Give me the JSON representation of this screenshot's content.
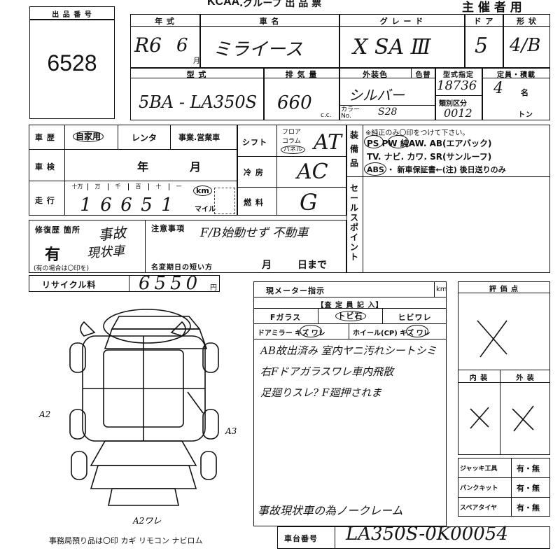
{
  "header": {
    "brand": "KCAA",
    "title": ".グループ 出 品 票",
    "organizer_label": "主 催 者 用"
  },
  "lot": {
    "label": "出 品 番 号",
    "number": "6528"
  },
  "vehicle": {
    "year_label": "年 式",
    "year_era": "R6",
    "year_month": "6",
    "month_unit": "月",
    "name_label": "車 名",
    "name": "ミライース",
    "grade_label": "グ レ ー ド",
    "grade": "X SA Ⅲ",
    "doors_label": "ド ア",
    "doors": "5",
    "shape_label": "形 状",
    "shape": "4/B",
    "model_label": "型 式",
    "model": "5BA - LA350S",
    "displacement_label": "排 気 量",
    "displacement": "660",
    "cc_unit": "c.c.",
    "exterior_color_label": "外装色",
    "exterior_color": "シルバー",
    "color_no_label": "カラー No.",
    "color_no": "S28",
    "color_label": "色替",
    "type_designation_label": "型式指定",
    "type_designation": "18736",
    "category_label": "類別区分",
    "category": "0012",
    "capacity_label": "定員・積載",
    "capacity": "4",
    "capacity_unit": "名",
    "load_unit": "トン"
  },
  "history": {
    "label": "車 歴",
    "options": [
      "自家用",
      "レンタ",
      "事業.営業車"
    ],
    "selected": "自家用"
  },
  "inspection": {
    "label": "車 検",
    "year_unit": "年",
    "month_unit": "月"
  },
  "mileage": {
    "label": "走 行",
    "digit_headers": [
      "十万",
      "万",
      "千",
      "百",
      "十",
      "一"
    ],
    "digits": [
      "1",
      "6",
      "6",
      "5",
      "1"
    ],
    "unit_km": "km",
    "unit_mile": "マイル"
  },
  "shift": {
    "label": "シフト",
    "options": [
      "フロア",
      "コラム",
      "パネル"
    ],
    "selected": "パネル",
    "value": "AT"
  },
  "ac": {
    "label": "冷 房",
    "value": "AC"
  },
  "fuel": {
    "label": "燃 料",
    "value": "G"
  },
  "equipment": {
    "label": "装 備 品",
    "note": "※純正のみ〇印をつけて下さい。",
    "line1": "PS  PW  純AW. AB(エアバック)",
    "line2": "TV. ナビ. カワ. SR(サンルーフ)",
    "line3": "ABS ・ 新車保証書←(注) 後日送りのみ",
    "circled": [
      "PS",
      "PW",
      "ABS"
    ]
  },
  "sales_point": {
    "label": "セールスポイント"
  },
  "repair": {
    "label": "修復歴 箇所",
    "value": "有",
    "note": "(有の場合は〇印を)",
    "handwritten": [
      "事故",
      "現状車"
    ]
  },
  "caution": {
    "label": "注意事項",
    "text": "F/B始動せず 不動車"
  },
  "name_change": {
    "label": "名変期日の短い方",
    "month_unit": "月",
    "day_unit": "日まで"
  },
  "recycle": {
    "label": "リサイクル料",
    "value": "6550",
    "unit": "円"
  },
  "meter": {
    "label": "現メーター指示",
    "unit": "km"
  },
  "inspector": {
    "title": "【査 定 員 記 入】",
    "row1": [
      "Fガラス",
      "トビ石",
      "ヒビワレ"
    ],
    "row2": [
      "ドアミラー キズ ワレ",
      "ホイール(CP) キズ ワレ"
    ],
    "comments": [
      "AB故出済み 室内ヤニ汚れシートシミ",
      "右Fドアガラスワレ車内飛散",
      "足廻りスレ? F廻押されま"
    ],
    "claim": "事故現状車の為ノークレーム"
  },
  "evaluation": {
    "label": "評 価 点",
    "interior_label": "内 装",
    "exterior_label": "外 装"
  },
  "accessories": {
    "rows": [
      {
        "label": "ジャッキ工具",
        "value": "有・無"
      },
      {
        "label": "パンクキット",
        "value": "有・無"
      },
      {
        "label": "スペアタイヤ",
        "value": "有・無"
      }
    ]
  },
  "chassis": {
    "label": "車台番号",
    "value": "LA350S-0K00054"
  },
  "office_note": "事務局預り品は〇印   カギ  リモコン  ナビロム",
  "diagram_marks": {
    "left": "A2",
    "right": "A3",
    "bottom": "A2ワレ"
  }
}
